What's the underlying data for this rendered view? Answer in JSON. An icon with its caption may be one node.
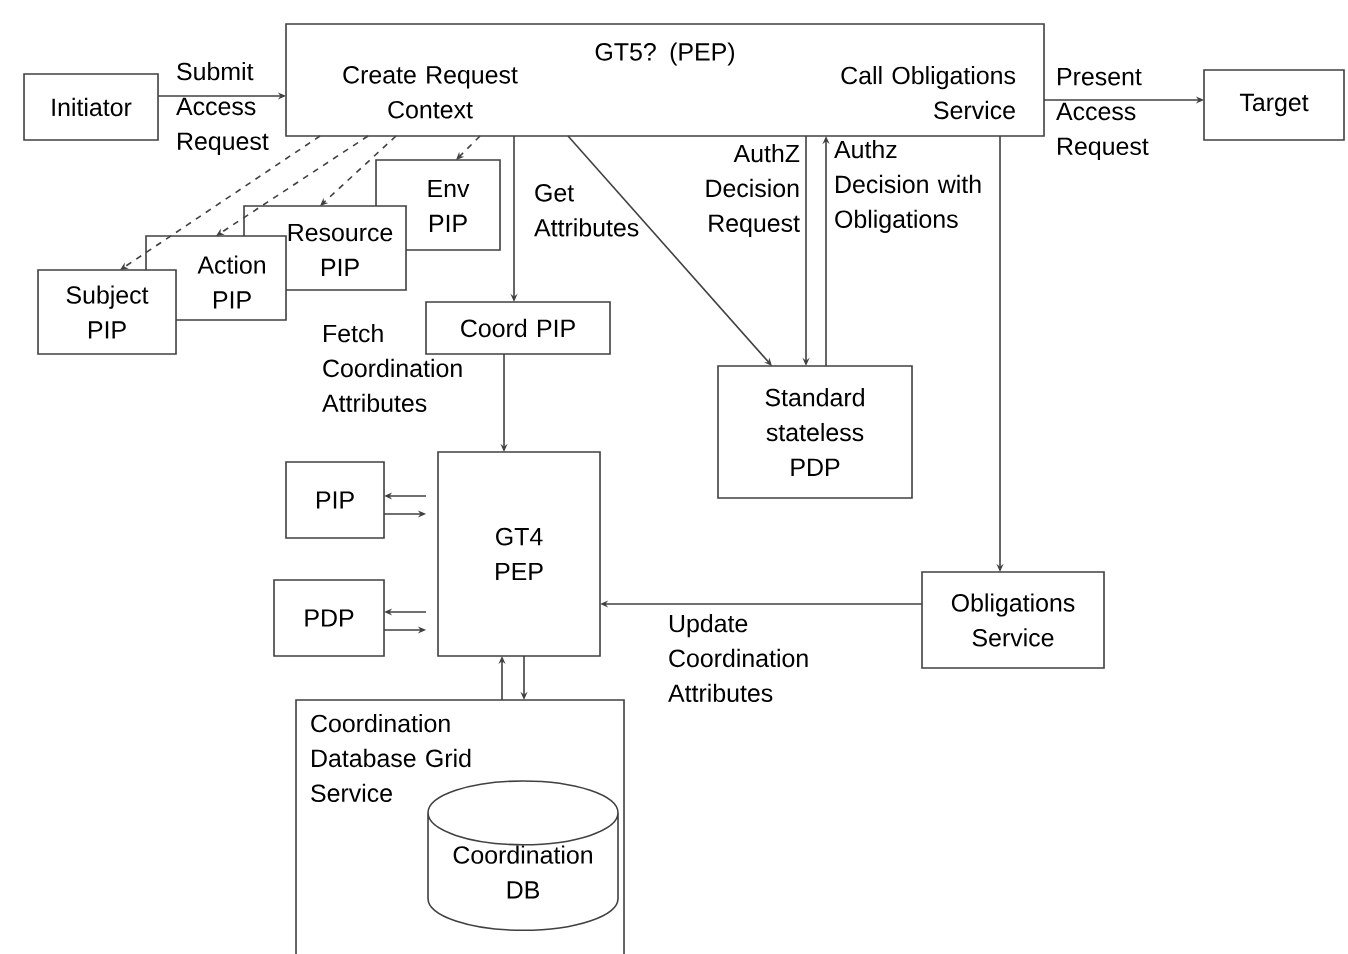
{
  "diagram": {
    "nodes": [
      {
        "text": [
          "Initiator"
        ]
      },
      {
        "text": [
          "GT5? (PEP)",
          "Create Request Context",
          "Call Obligations Service"
        ]
      },
      {
        "text": [
          "Target"
        ]
      },
      {
        "text": [
          "Subject PIP"
        ]
      },
      {
        "text": [
          "Action PIP"
        ]
      },
      {
        "text": [
          "Resource PIP"
        ]
      },
      {
        "text": [
          "Env PIP"
        ]
      },
      {
        "text": [
          "Coord PIP"
        ]
      },
      {
        "text": [
          "Standard stateless PDP"
        ]
      },
      {
        "text": [
          "PIP"
        ]
      },
      {
        "text": [
          "GT4 PEP"
        ]
      },
      {
        "text": [
          "PDP"
        ]
      },
      {
        "text": [
          "Obligations Service"
        ]
      },
      {
        "text": [
          "Coordination Database Grid Service"
        ]
      },
      {
        "text": [
          "Coordination DB"
        ],
        "in": 13
      }
    ],
    "edges": [
      {
        "from": 0,
        "to": 1,
        "arrow": "to",
        "label": "Submit Access Request"
      },
      {
        "from": 1,
        "to": 2,
        "arrow": "to",
        "label": "Present Access Request"
      },
      {
        "from": 1,
        "to": 3,
        "arrow": "to",
        "style": "dashed"
      },
      {
        "from": 1,
        "to": 4,
        "arrow": "to",
        "style": "dashed"
      },
      {
        "from": 1,
        "to": 5,
        "arrow": "to",
        "style": "dashed"
      },
      {
        "from": 1,
        "to": 6,
        "arrow": "to",
        "style": "dashed"
      },
      {
        "from": 1,
        "to": 7,
        "arrow": "to",
        "label": "Get Attributes"
      },
      {
        "from": 1,
        "to": 8,
        "arrow": "to"
      },
      {
        "from": 1,
        "to": 8,
        "arrow": "to",
        "label": "AuthZ Decision Request"
      },
      {
        "from": 8,
        "to": 1,
        "arrow": "to",
        "label": "Authz Decision with Obligations"
      },
      {
        "from": 1,
        "to": 12,
        "arrow": "to"
      },
      {
        "from": 7,
        "to": 10,
        "arrow": "to",
        "label": "Fetch Coordination Attributes"
      },
      {
        "from": 10,
        "to": 9,
        "arrow": "to"
      },
      {
        "from": 9,
        "to": 10,
        "arrow": "to"
      },
      {
        "from": 10,
        "to": 11,
        "arrow": "to"
      },
      {
        "from": 11,
        "to": 10,
        "arrow": "to"
      },
      {
        "from": 12,
        "to": 10,
        "arrow": "to",
        "label": "Update Coordination Attributes"
      },
      {
        "from": 13,
        "to": 10,
        "arrow": "to"
      },
      {
        "from": 10,
        "to": 13,
        "arrow": "to"
      }
    ]
  }
}
